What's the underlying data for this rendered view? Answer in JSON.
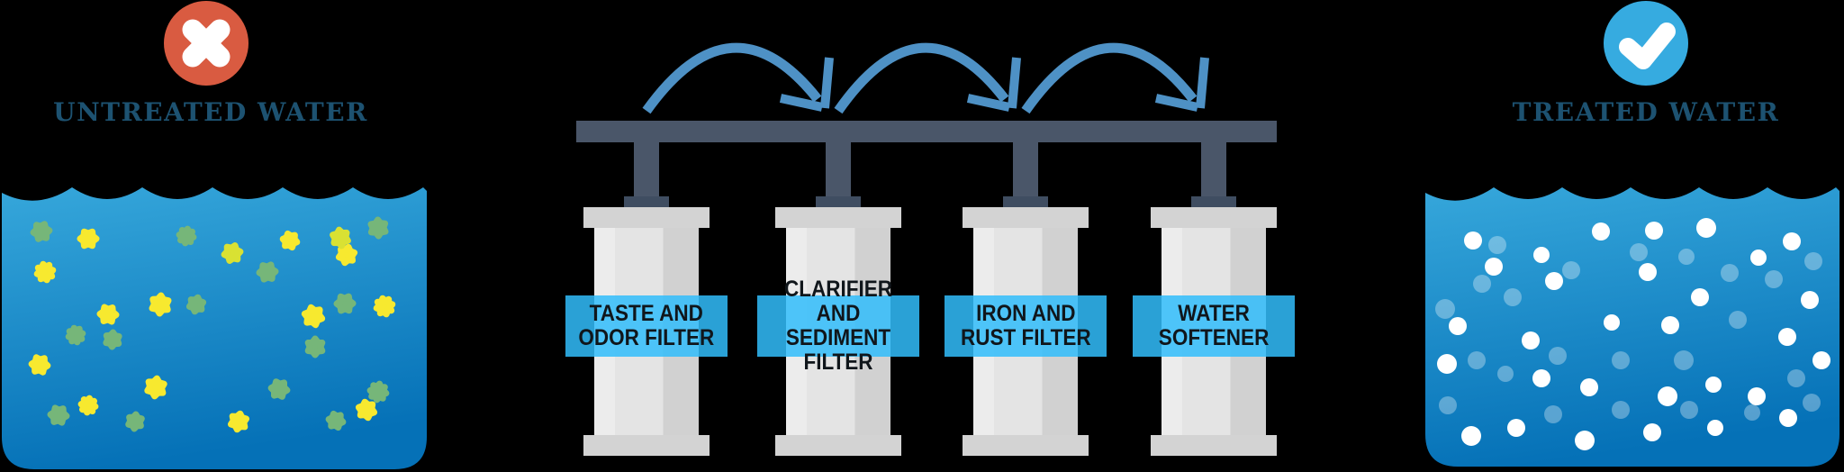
{
  "diagram": {
    "type": "water-treatment-process",
    "untreated": {
      "title": "UNTREATED WATER",
      "badge_icon": "x-icon",
      "badge_color": "#d95b41",
      "particle_colors": {
        "y": "#f7e92f",
        "g": "#76b679",
        "yg": "#d9e133"
      },
      "particles": [
        [
          96,
          65,
          12,
          "y"
        ],
        [
          48,
          102,
          12,
          "y"
        ],
        [
          118,
          149,
          12,
          "y"
        ],
        [
          176,
          138,
          13,
          "y"
        ],
        [
          42,
          205,
          12,
          "y"
        ],
        [
          171,
          230,
          13,
          "y"
        ],
        [
          96,
          250,
          11,
          "y"
        ],
        [
          263,
          268,
          12,
          "y"
        ],
        [
          320,
          67,
          11,
          "y"
        ],
        [
          383,
          83,
          12,
          "y"
        ],
        [
          346,
          151,
          13,
          "y"
        ],
        [
          425,
          140,
          12,
          "y"
        ],
        [
          405,
          255,
          12,
          "y"
        ],
        [
          256,
          81,
          12,
          "yg"
        ],
        [
          376,
          64,
          12,
          "yg"
        ],
        [
          44,
          57,
          12,
          "g"
        ],
        [
          205,
          62,
          11,
          "g"
        ],
        [
          295,
          102,
          12,
          "g"
        ],
        [
          418,
          53,
          12,
          "g"
        ],
        [
          381,
          137,
          12,
          "g"
        ],
        [
          348,
          185,
          12,
          "g"
        ],
        [
          82,
          172,
          11,
          "g"
        ],
        [
          123,
          177,
          11,
          "g"
        ],
        [
          63,
          261,
          12,
          "g"
        ],
        [
          148,
          268,
          11,
          "g"
        ],
        [
          308,
          232,
          12,
          "g"
        ],
        [
          418,
          235,
          12,
          "g"
        ],
        [
          371,
          267,
          11,
          "g"
        ],
        [
          216,
          138,
          11,
          "g"
        ]
      ]
    },
    "filters": [
      {
        "label": "TASTE AND\nODOR FILTER"
      },
      {
        "label": "CLARIFIER AND\nSEDIMENT FILTER"
      },
      {
        "label": "IRON AND\nRUST FILTER"
      },
      {
        "label": "WATER\nSOFTENER"
      }
    ],
    "treated": {
      "title": "TREATED WATER",
      "badge_icon": "check-icon",
      "badge_color": "#36abe0",
      "bubbles_opaque": [
        [
          53,
          67,
          10
        ],
        [
          76,
          96,
          10
        ],
        [
          36,
          162,
          10
        ],
        [
          129,
          83,
          9
        ],
        [
          143,
          112,
          10
        ],
        [
          195,
          57,
          10
        ],
        [
          254,
          56,
          10
        ],
        [
          312,
          53,
          11
        ],
        [
          247,
          102,
          10
        ],
        [
          305,
          130,
          10
        ],
        [
          272,
          161,
          10
        ],
        [
          207,
          158,
          9
        ],
        [
          117,
          178,
          10
        ],
        [
          129,
          220,
          10
        ],
        [
          182,
          230,
          10
        ],
        [
          269,
          240,
          11
        ],
        [
          320,
          227,
          9
        ],
        [
          368,
          240,
          10
        ],
        [
          407,
          68,
          10
        ],
        [
          370,
          86,
          9
        ],
        [
          427,
          133,
          10
        ],
        [
          402,
          174,
          10
        ],
        [
          440,
          200,
          10
        ],
        [
          51,
          284,
          11
        ],
        [
          101,
          275,
          10
        ],
        [
          177,
          289,
          11
        ],
        [
          252,
          280,
          10
        ],
        [
          322,
          275,
          9
        ],
        [
          403,
          264,
          10
        ],
        [
          24,
          204,
          11
        ]
      ],
      "bubbles_faint": [
        [
          80,
          72,
          10
        ],
        [
          63,
          115,
          10
        ],
        [
          22,
          143,
          11
        ],
        [
          97,
          130,
          10
        ],
        [
          162,
          100,
          10
        ],
        [
          237,
          80,
          10
        ],
        [
          290,
          85,
          9
        ],
        [
          338,
          103,
          10
        ],
        [
          387,
          110,
          10
        ],
        [
          431,
          90,
          10
        ],
        [
          57,
          200,
          10
        ],
        [
          89,
          215,
          9
        ],
        [
          147,
          195,
          10
        ],
        [
          217,
          200,
          10
        ],
        [
          287,
          200,
          11
        ],
        [
          347,
          155,
          10
        ],
        [
          412,
          220,
          10
        ],
        [
          25,
          250,
          10
        ],
        [
          142,
          260,
          10
        ],
        [
          217,
          255,
          10
        ],
        [
          293,
          255,
          10
        ],
        [
          363,
          258,
          9
        ],
        [
          429,
          247,
          10
        ]
      ]
    },
    "colors": {
      "background": "#000000",
      "water_top": "#36a7db",
      "water_bottom": "#0571b7",
      "pipe": "#4a5669",
      "pipe_flange": "#3f4d61",
      "arrow": "#4e91c5",
      "band": "rgba(49,189,252,0.85)",
      "label_text": "#10161b",
      "title_text": "#1d5271",
      "icon_stroke": "#ffffff",
      "bubble": "#ffffff"
    }
  }
}
